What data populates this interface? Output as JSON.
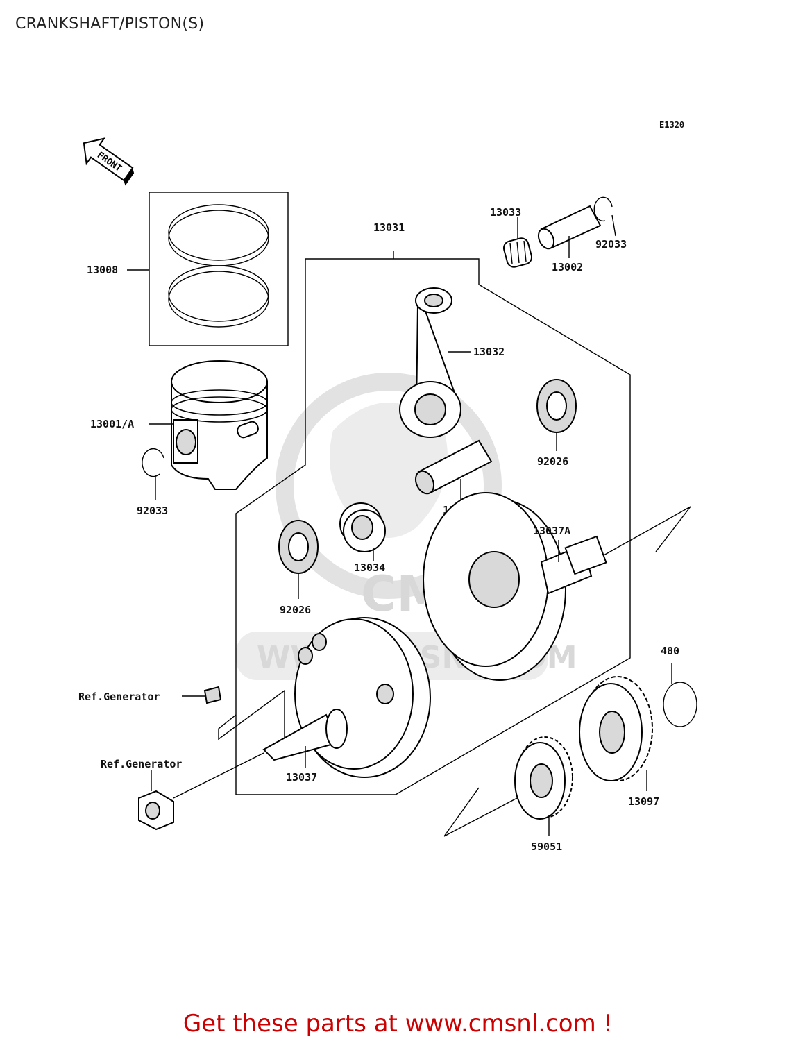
{
  "page": {
    "title": "CRANKSHAFT/PISTON(S)"
  },
  "diagram": {
    "code": "E1320",
    "front_label": "FRONT",
    "watermark": {
      "logo": "CMS",
      "url": "WWW.CMSNL.COM"
    },
    "labels": {
      "p13008": "13008",
      "p13001a": "13001/A",
      "p92033_left": "92033",
      "p13031": "13031",
      "p13033": "13033",
      "p92033_right": "92033",
      "p13002": "13002",
      "p13032": "13032",
      "p92026_right": "92026",
      "p13035": "13035",
      "p13034": "13034",
      "p92026_left": "92026",
      "p13037a": "13037A",
      "p480": "480",
      "ref_generator_1": "Ref.Generator",
      "ref_generator_2": "Ref.Generator",
      "p13037": "13037",
      "p13097": "13097",
      "p59051": "59051"
    }
  },
  "footer": {
    "cta": "Get these parts at www.cmsnl.com !"
  }
}
